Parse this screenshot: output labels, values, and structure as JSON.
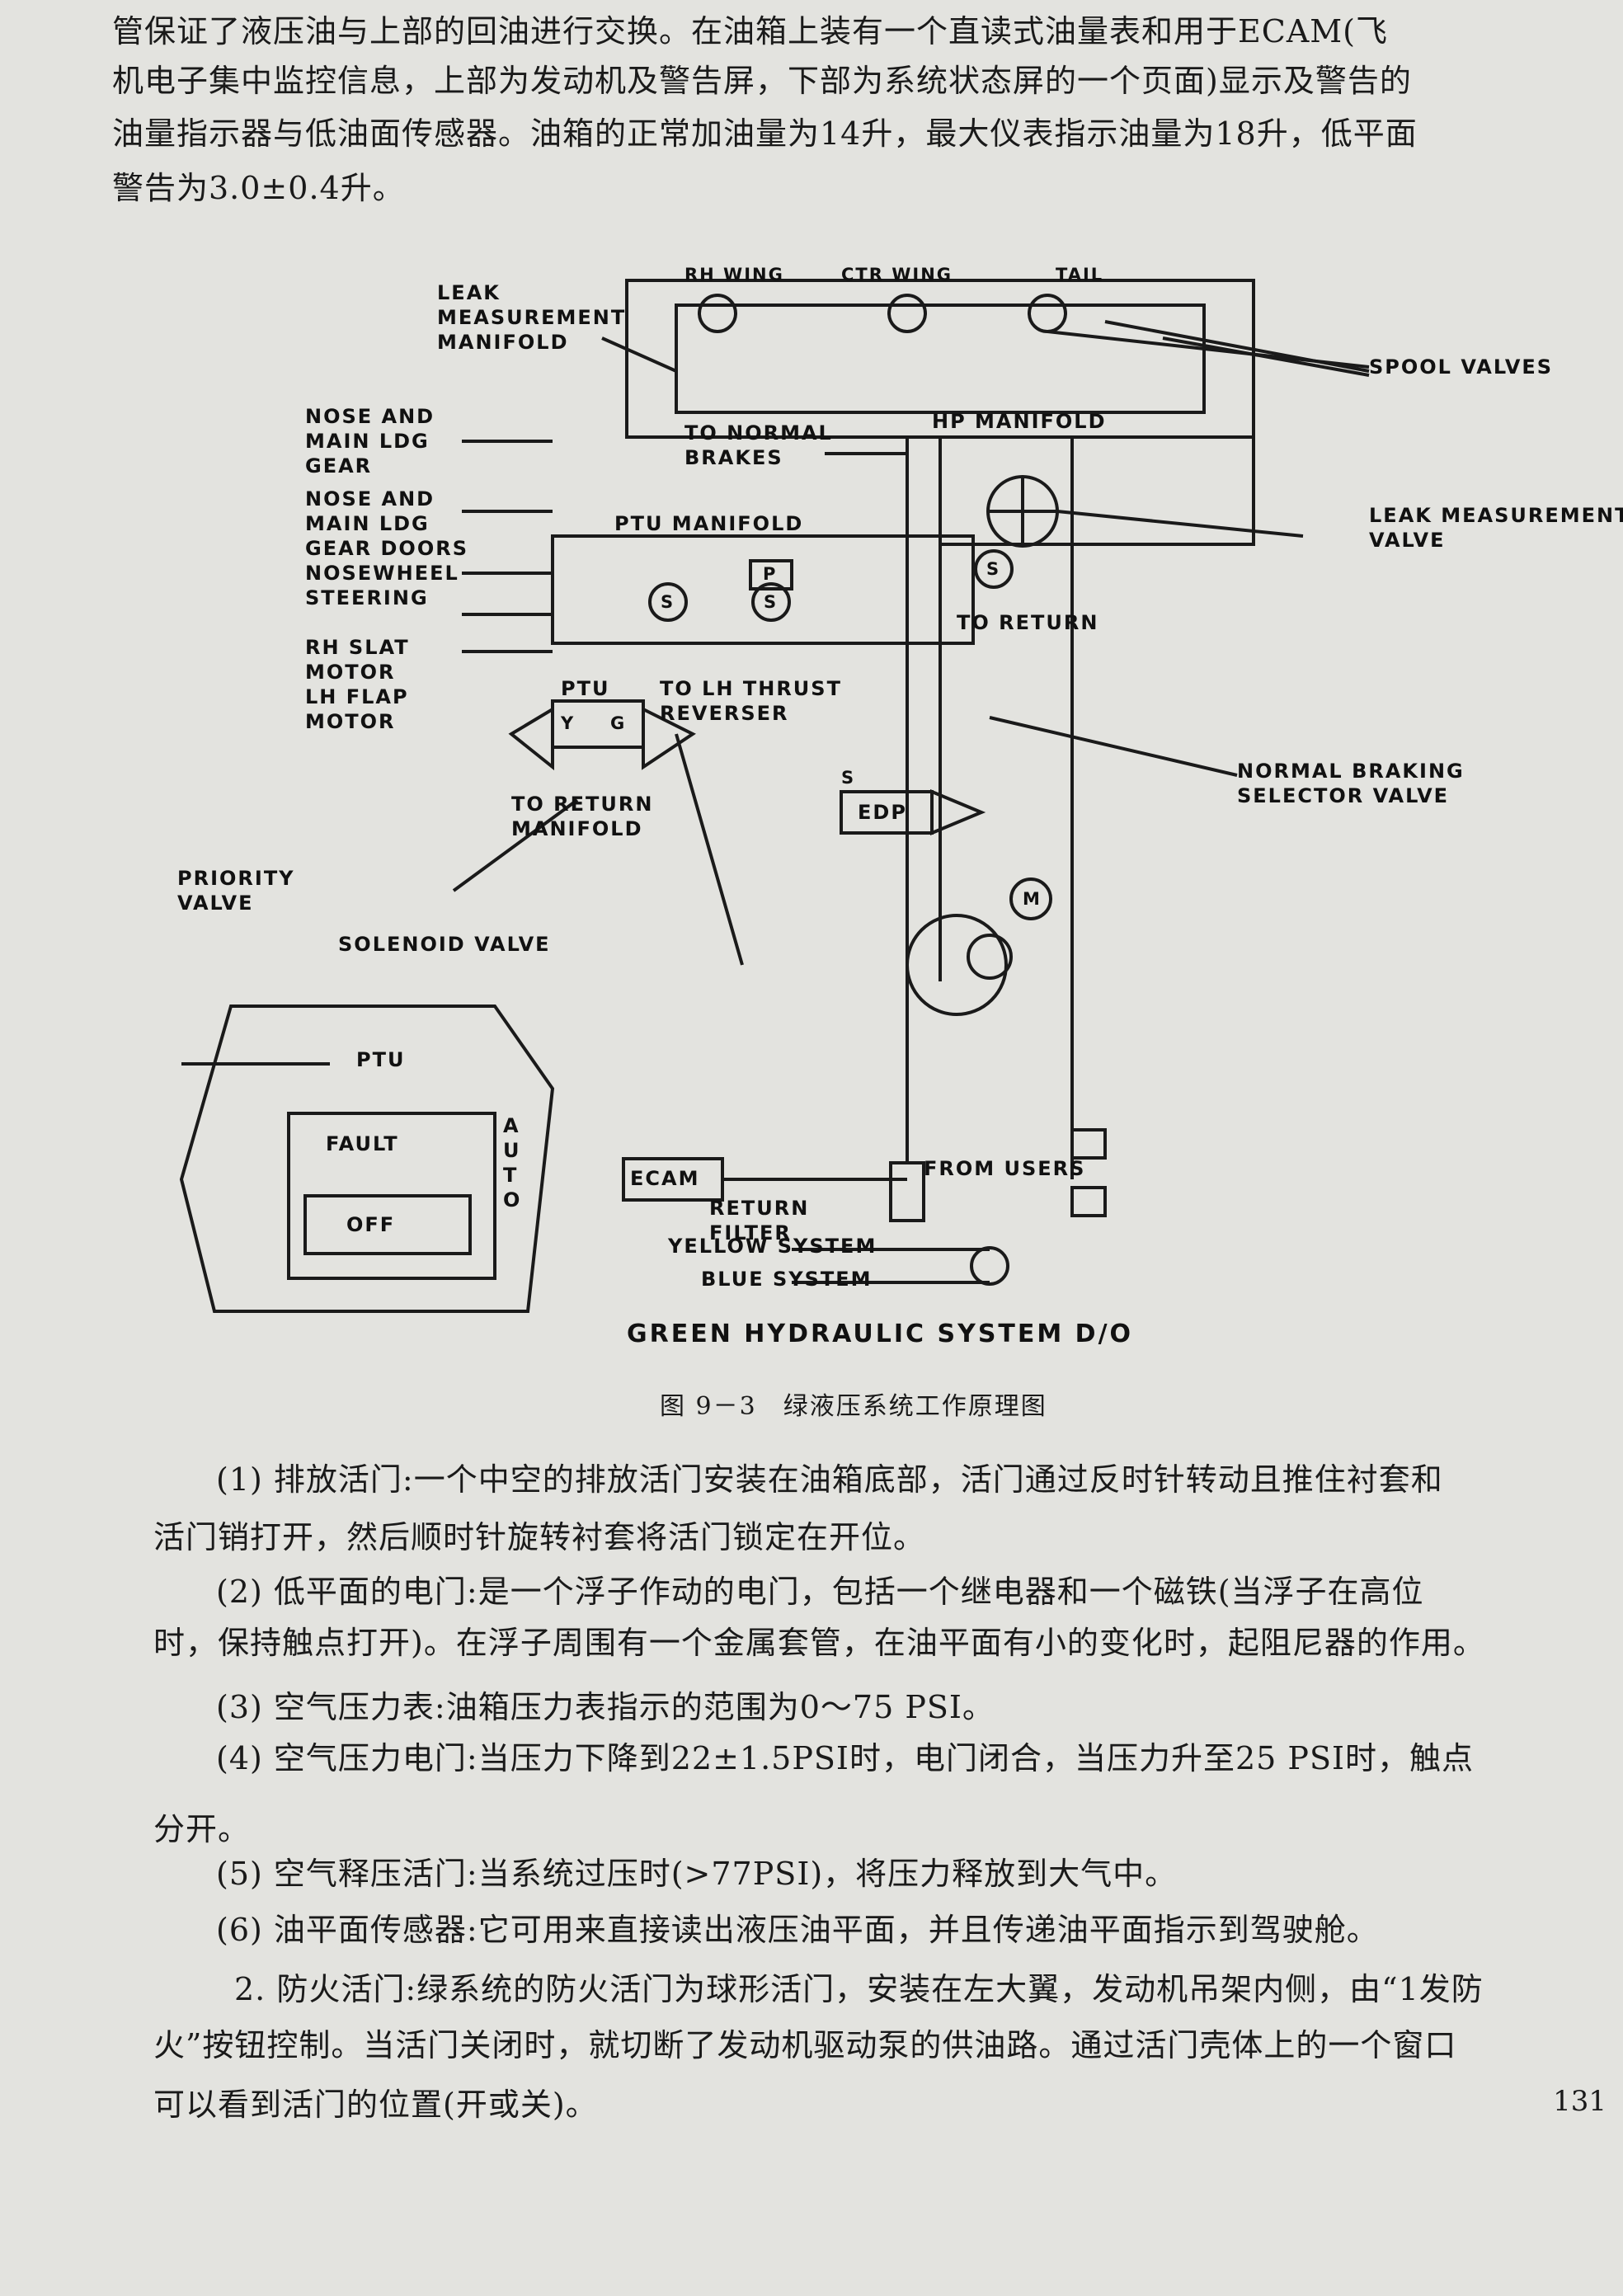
{
  "top_text": {
    "line1": "管保证了液压油与上部的回油进行交换。在油箱上装有一个直读式油量表和用于ECAM(飞",
    "line2": "机电子集中监控信息，上部为发动机及警告屏，下部为系统状态屏的一个页面)显示及警告的",
    "line3": "油量指示器与低油面传感器。油箱的正常加油量为14升，最大仪表指示油量为18升，低平面",
    "line4": "警告为3.0±0.4升。"
  },
  "diagram": {
    "labels": {
      "leak_manifold": "LEAK\nMEASUREMENT\nMANIFOLD",
      "rh_wing": "RH WING",
      "ctr_wing": "CTR WING",
      "tail": "TAIL",
      "spool_valves": "SPOOL VALVES",
      "nose_main_gear": "NOSE AND\nMAIN LDG\nGEAR",
      "to_normal_brakes": "TO NORMAL\nBRAKES",
      "hp_manifold": "HP MANIFOLD",
      "leak_valve": "LEAK MEASUREMENT\nVALVE",
      "gear_doors": "NOSE AND\nMAIN LDG\nGEAR DOORS",
      "ptu_manifold": "PTU MANIFOLD",
      "nosewheel": "NOSEWHEEL\nSTEERING",
      "rh_slat": "RH SLAT\nMOTOR",
      "lh_flap": "LH FLAP\nMOTOR",
      "to_return": "TO RETURN",
      "to_lh_thrust": "TO LH THRUST\nREVERSER",
      "ptu": "PTU",
      "normal_braking": "NORMAL BRAKING\nSELECTOR VALVE",
      "to_return_manifold": "TO RETURN\nMANIFOLD",
      "edp": "EDP",
      "priority_valve": "PRIORITY\nVALVE",
      "solenoid_valve": "SOLENOID VALVE",
      "panel_ptu": "PTU",
      "fault": "FAULT",
      "off": "OFF",
      "auto": "AUTO",
      "ecam": "ECAM",
      "from_users": "FROM USERS",
      "return_filter": "RETURN\nFILTER",
      "yellow_system": "YELLOW SYSTEM",
      "blue_system": "BLUE SYSTEM",
      "s1": "S",
      "s2": "S",
      "s3": "S",
      "s4": "S",
      "p": "P",
      "y": "Y",
      "g": "G",
      "m": "M"
    },
    "title": "GREEN HYDRAULIC SYSTEM D/O"
  },
  "figure_caption": "图 9－3　绿液压系统工作原理图",
  "items": {
    "i1a": "(1) 排放活门:一个中空的排放活门安装在油箱底部，活门通过反时针转动且推住衬套和",
    "i1b": "活门销打开，然后顺时针旋转衬套将活门锁定在开位。",
    "i2a": "(2) 低平面的电门:是一个浮子作动的电门，包括一个继电器和一个磁铁(当浮子在高位",
    "i2b": "时，保持触点打开)。在浮子周围有一个金属套管，在油平面有小的变化时，起阻尼器的作用。",
    "i3": "(3) 空气压力表:油箱压力表指示的范围为0～75 PSI。",
    "i4a": "(4) 空气压力电门:当压力下降到22±1.5PSI时，电门闭合，当压力升至25 PSI时，触点",
    "i4b": "分开。",
    "i5": "(5) 空气释压活门:当系统过压时(>77PSI)，将压力释放到大气中。",
    "i6": "(6) 油平面传感器:它可用来直接读出液压油平面，并且传递油平面指示到驾驶舱。",
    "s2a": "2. 防火活门:绿系统的防火活门为球形活门，安装在左大翼，发动机吊架内侧，由“1发防",
    "s2b": "火”按钮控制。当活门关闭时，就切断了发动机驱动泵的供油路。通过活门壳体上的一个窗口",
    "s2c": "可以看到活门的位置(开或关)。"
  },
  "page_number": "131"
}
